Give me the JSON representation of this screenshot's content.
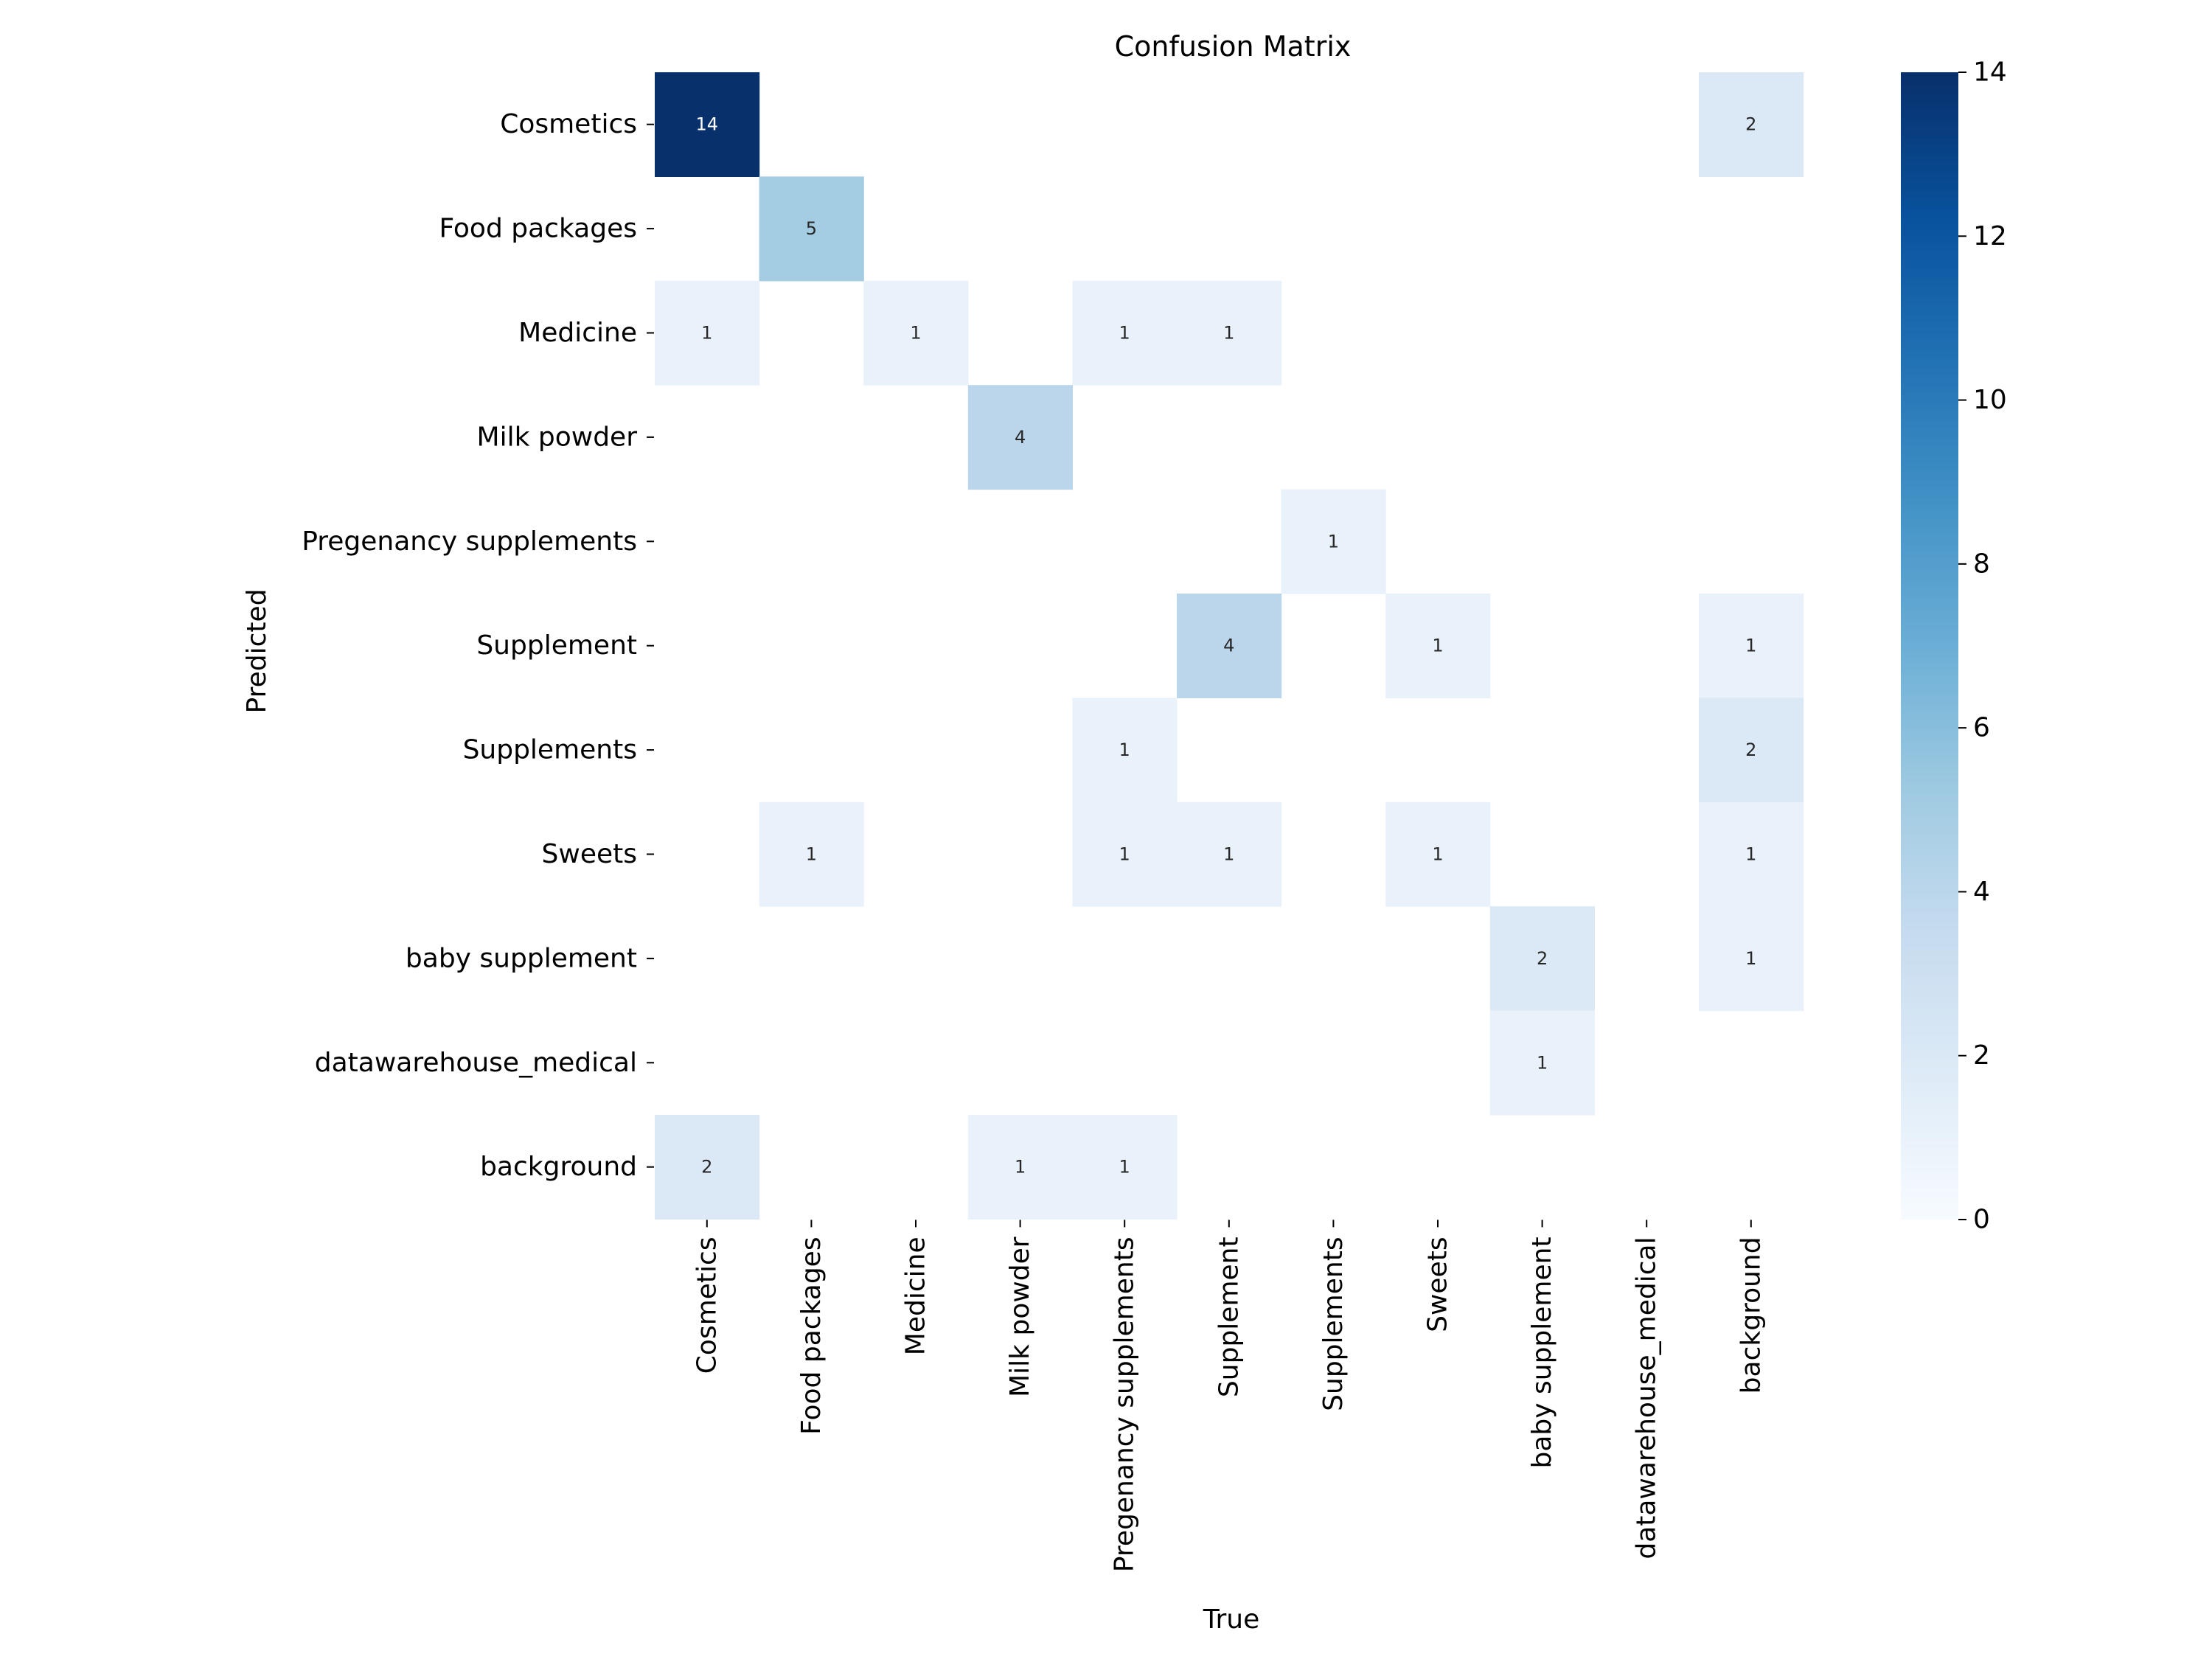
{
  "chart_data": {
    "type": "heatmap",
    "title": "Confusion Matrix",
    "xlabel": "True",
    "ylabel": "Predicted",
    "x_categories": [
      "Cosmetics",
      "Food packages",
      "Medicine",
      "Milk powder",
      "Pregenancy supplements",
      "Supplement",
      "Supplements",
      "Sweets",
      "baby supplement",
      "datawarehouse_medical",
      "background"
    ],
    "y_categories": [
      "Cosmetics",
      "Food packages",
      "Medicine",
      "Milk powder",
      "Pregenancy supplements",
      "Supplement",
      "Supplements",
      "Sweets",
      "baby supplement",
      "datawarehouse_medical",
      "background"
    ],
    "values": [
      [
        14,
        0,
        0,
        0,
        0,
        0,
        0,
        0,
        0,
        0,
        2
      ],
      [
        0,
        5,
        0,
        0,
        0,
        0,
        0,
        0,
        0,
        0,
        0
      ],
      [
        1,
        0,
        1,
        0,
        1,
        1,
        0,
        0,
        0,
        0,
        0
      ],
      [
        0,
        0,
        0,
        4,
        0,
        0,
        0,
        0,
        0,
        0,
        0
      ],
      [
        0,
        0,
        0,
        0,
        0,
        0,
        1,
        0,
        0,
        0,
        0
      ],
      [
        0,
        0,
        0,
        0,
        0,
        4,
        0,
        1,
        0,
        0,
        1
      ],
      [
        0,
        0,
        0,
        0,
        1,
        0,
        0,
        0,
        0,
        0,
        2
      ],
      [
        0,
        1,
        0,
        0,
        1,
        1,
        0,
        1,
        0,
        0,
        1
      ],
      [
        0,
        0,
        0,
        0,
        0,
        0,
        0,
        0,
        2,
        0,
        1
      ],
      [
        0,
        0,
        0,
        0,
        0,
        0,
        0,
        0,
        1,
        0,
        0
      ],
      [
        2,
        0,
        0,
        1,
        1,
        0,
        0,
        0,
        0,
        0,
        0
      ]
    ],
    "zero_cells_blank": true,
    "colormap": "Blues",
    "colorbar": {
      "range": [
        0,
        14
      ],
      "ticks": [
        0,
        2,
        4,
        6,
        8,
        10,
        12,
        14
      ]
    },
    "legend": "none",
    "grid": false
  }
}
